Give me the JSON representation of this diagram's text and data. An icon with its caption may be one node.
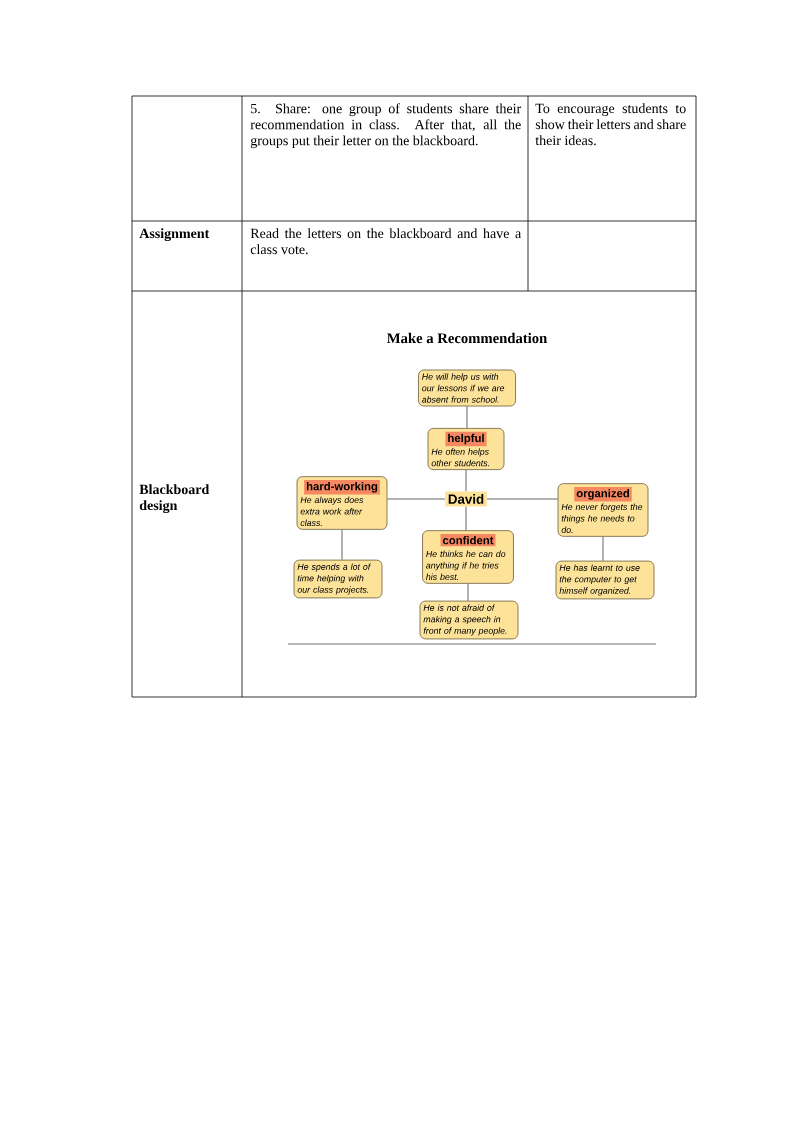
{
  "diagram": {
    "title": "Make a Recommendation",
    "nodes": [
      {
        "text": [
          "David"
        ]
      },
      {
        "text": [
          "He will help us with our lessons if we are absent from school."
        ]
      },
      {
        "text": [
          "helpful",
          "He often helps other students."
        ]
      },
      {
        "text": [
          "hard-working",
          "He always does extra work after class."
        ]
      },
      {
        "text": [
          "He spends a lot of time helping with our class projects."
        ]
      },
      {
        "text": [
          "confident",
          "He thinks he can do anything if he tries his best."
        ]
      },
      {
        "text": [
          "He is not afraid of making a speech in front of many people."
        ]
      },
      {
        "text": [
          "organized",
          "He never forgets the things he needs to do."
        ]
      },
      {
        "text": [
          "He has learnt to use the computer to get himself organized."
        ]
      }
    ],
    "edges": [
      {
        "from": 1,
        "to": 2,
        "arrow": "none"
      },
      {
        "from": 2,
        "to": 0,
        "arrow": "none"
      },
      {
        "from": 0,
        "to": 3,
        "arrow": "none"
      },
      {
        "from": 0,
        "to": 5,
        "arrow": "none"
      },
      {
        "from": 5,
        "to": 6,
        "arrow": "none"
      },
      {
        "from": 0,
        "to": 7,
        "arrow": "none"
      },
      {
        "from": 3,
        "to": 4,
        "arrow": "none"
      },
      {
        "from": 7,
        "to": 8,
        "arrow": "none"
      }
    ],
    "labels": [
      "5. Share: one group of students share their recommendation in class. After that, all the groups put their letter on the blackboard.",
      "To encourage students to show their letters and share their ideas.",
      "Assignment",
      "Read the letters on the blackboard and have a class vote.",
      "Blackboard design"
    ]
  }
}
